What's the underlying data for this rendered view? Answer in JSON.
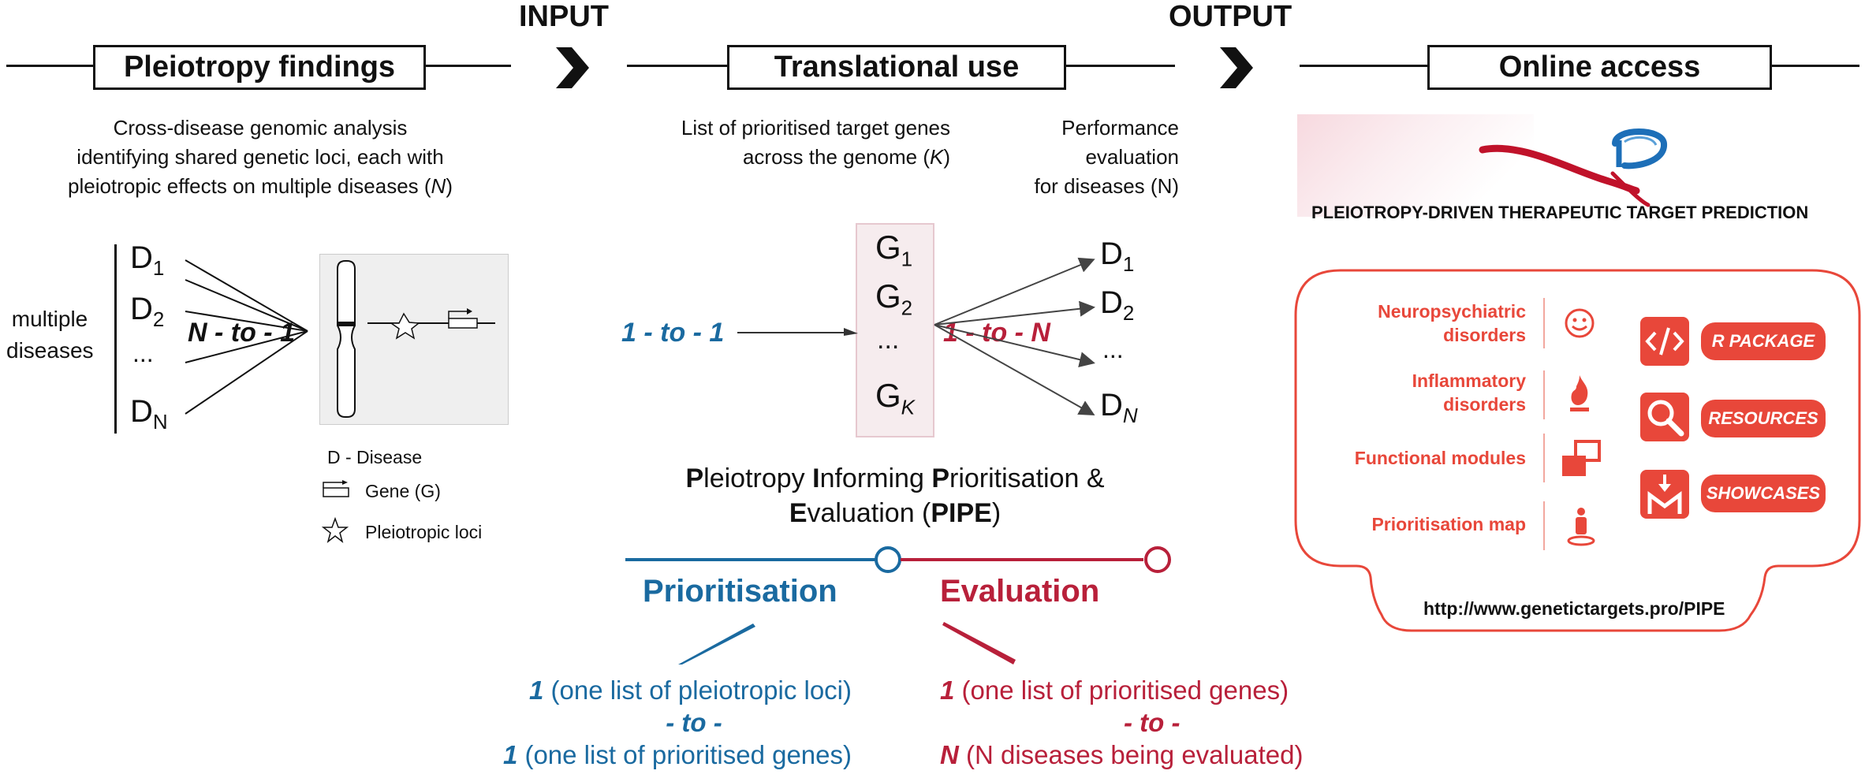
{
  "headers": {
    "input": "INPUT",
    "output": "OUTPUT",
    "pleiotropy_findings": "Pleiotropy findings",
    "translational_use": "Translational use",
    "online_access": "Online access"
  },
  "left": {
    "description": [
      "Cross-disease genomic analysis",
      "identifying shared genetic loci, each with",
      "pleiotropic effects on multiple diseases (N)"
    ],
    "multiple_diseases": [
      "multiple",
      "diseases"
    ],
    "d_label": "D",
    "d1_sub": "1",
    "d2_sub": "2",
    "dots": "...",
    "dn_sub": "N",
    "mapping": "N - to - 1",
    "legend": {
      "disease": "D - Disease",
      "gene": "Gene (G)",
      "loci": "Pleiotropic loci"
    }
  },
  "middle": {
    "genes_desc": [
      "List of prioritised target genes",
      "across the genome (K)"
    ],
    "perf_desc": [
      "Performance",
      "evaluation",
      "for diseases (N)"
    ],
    "g_label": "G",
    "g1_sub": "1",
    "g2_sub": "2",
    "gdots": "...",
    "gk_sub": "K",
    "one_to_one": "1 - to - 1",
    "one_to_n": "1 - to - N",
    "d_label": "D",
    "d1_sub": "1",
    "d2_sub": "2",
    "ddots": "...",
    "dn_sub": "N",
    "pipe_line1": [
      "P",
      "leiotropy ",
      "I",
      "nforming ",
      "P",
      "rioritisation &"
    ],
    "pipe_line2": [
      "E",
      "valuation (",
      "PIPE",
      ")"
    ],
    "prioritisation": "Prioritisation",
    "evaluation": "Evaluation",
    "prior_text": {
      "l1_num": "1",
      "l1_rest": " (one list of pleiotropic loci)",
      "l2": "- to -",
      "l3_num": "1",
      "l3_rest": " (one list of prioritised genes)"
    },
    "eval_text": {
      "l1_num": "1",
      "l1_rest": " (one list of prioritised genes)",
      "l2": "- to -",
      "l3_num": "N",
      "l3_rest": " (N diseases being evaluated)"
    }
  },
  "right": {
    "logo_caption": "PLEIOTROPY-DRIVEN THERAPEUTIC TARGET PREDICTION",
    "categories": [
      [
        "Neuropsychiatric",
        "disorders"
      ],
      [
        "Inflammatory",
        "disorders"
      ],
      [
        "Functional modules"
      ],
      [
        "Prioritisation map"
      ]
    ],
    "buttons": [
      "R PACKAGE",
      "RESOURCES",
      "SHOWCASES"
    ],
    "url": "http://www.genetictargets.pro/PIPE"
  },
  "colors": {
    "blue": "#1a6aa0",
    "red": "#b8203a",
    "orange_red": "#e8473a"
  }
}
